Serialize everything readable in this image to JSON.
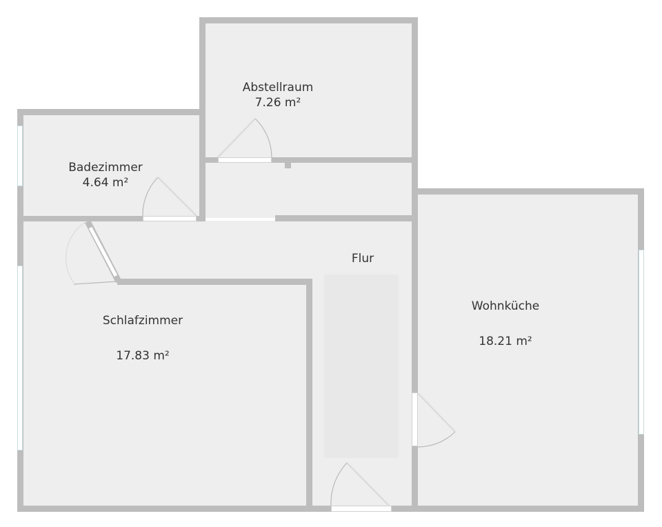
{
  "plan": {
    "colors": {
      "wall": "#bdbdbd",
      "floor": "#eeeeee",
      "text": "#333333",
      "window_glass": "#c8dcdc"
    },
    "rooms": [
      {
        "name": "Abstellraum",
        "area": "7.26 m²"
      },
      {
        "name": "Badezimmer",
        "area": "4.64 m²"
      },
      {
        "name": "Flur",
        "area": ""
      },
      {
        "name": "Schlafzimmer",
        "area": "17.83 m²"
      },
      {
        "name": "Wohnküche",
        "area": "18.21 m²"
      }
    ]
  }
}
